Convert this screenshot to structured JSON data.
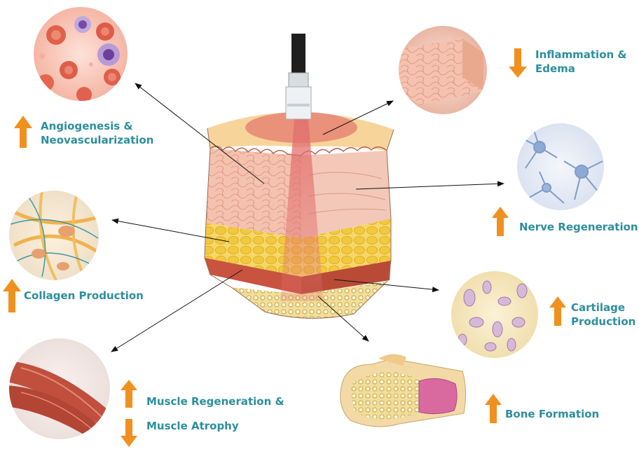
{
  "effects": {
    "angiogenesis": {
      "label_line1": "Angiogenesis &",
      "label_line2": "Neovascularization",
      "direction": "up"
    },
    "inflammation": {
      "label_line1": "Inflammation &",
      "label_line2": "Edema",
      "direction": "down"
    },
    "nerve": {
      "label": "Nerve Regeneration",
      "direction": "up"
    },
    "collagen": {
      "label": "Collagen Production",
      "direction": "up"
    },
    "cartilage": {
      "label_line1": "Cartilage",
      "label_line2": "Production",
      "direction": "up"
    },
    "muscle_regeneration": {
      "label": "Muscle Regeneration &",
      "direction": "up"
    },
    "muscle_atrophy": {
      "label": "Muscle Atrophy",
      "direction": "down"
    },
    "bone": {
      "label": "Bone Formation",
      "direction": "up"
    }
  },
  "colors": {
    "label_text": "#2c8f9c",
    "arrow_orange": "#f0901e",
    "pointer_line": "#111111"
  }
}
